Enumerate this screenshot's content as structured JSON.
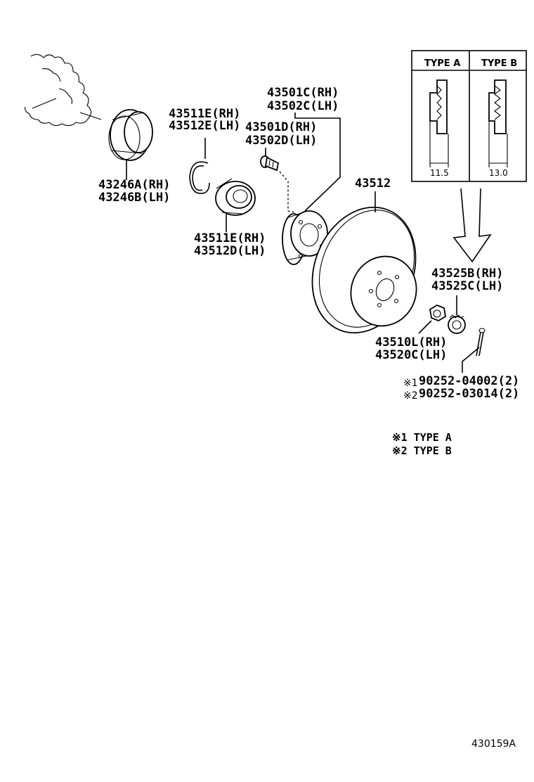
{
  "callouts": {
    "hub_rh": "43501C(RH)",
    "hub_lh": "43502C(LH)",
    "snap_ring_rh": "43511E(RH)",
    "snap_ring_lh": "43512E(LH)",
    "hub_sub_rh": "43501D(RH)",
    "hub_sub_lh": "43502D(LH)",
    "oil_seal_rh": "43246A(RH)",
    "oil_seal_lh": "43246B(LH)",
    "bearing_rh": "43511E(RH)",
    "bearing_lh": "43512D(LH)",
    "disc": "43512",
    "nut_lock_rh": "43525B(RH)",
    "nut_lock_lh": "43525C(LH)",
    "nut_rh": "43510L(RH)",
    "nut_lh": "43520C(LH)",
    "pin_1_mark": "※1",
    "pin_1": "90252-04002(2)",
    "pin_2_mark": "※2",
    "pin_2": "90252-03014(2)"
  },
  "inset": {
    "type_a_label": "TYPE A",
    "type_b_label": "TYPE B",
    "type_a_dim": "11.5",
    "type_b_dim": "13.0"
  },
  "notes": {
    "note_1": "※1 TYPE  A",
    "note_2": "※2 TYPE  B"
  },
  "diagram_code": "430159A"
}
